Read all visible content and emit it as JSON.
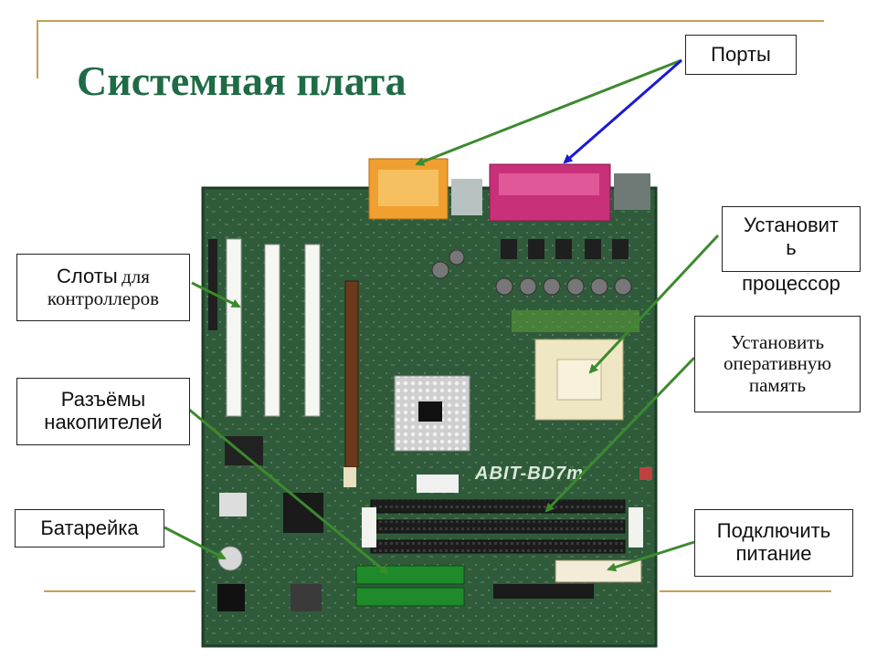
{
  "title": "Системная плата",
  "labels": {
    "ports": "Порты",
    "controller_slots": {
      "line1": "Слоты",
      "line1b": "для",
      "line2": "контроллеров"
    },
    "storage_connectors": {
      "line1": "Разъёмы",
      "line2": "накопителей"
    },
    "battery": "Батарейка",
    "cpu": {
      "line1": "Установит",
      "line2": "ь",
      "line3": "процессор"
    },
    "ram": {
      "line1": "Установить",
      "line2": "оперативную",
      "line3": "память"
    },
    "power": {
      "line1": "Подключить",
      "line2": "питание"
    }
  },
  "board_logo": "ABIT-BD7m",
  "colors": {
    "title": "#1f6b45",
    "arrow_green": "#3c8a2e",
    "arrow_blue": "#1a1ad6",
    "board": "#2f5b3a",
    "accent_line": "#c8a050"
  }
}
